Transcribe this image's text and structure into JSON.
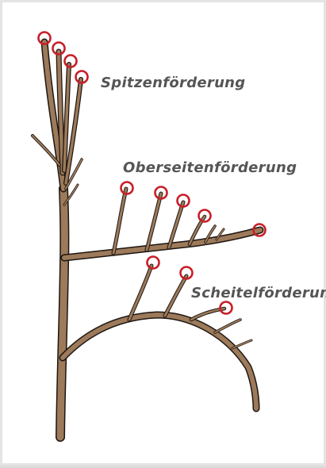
{
  "labels": {
    "spitzen": "Spitzenförderung",
    "oberseiten": "Oberseitenförderung",
    "scheitel": "Scheitelförderung"
  },
  "colors": {
    "label_text": "#555555",
    "marker": "#c81e28",
    "wood": "#9c7a5a",
    "outline": "#1e1612",
    "background": "#ffffff"
  }
}
